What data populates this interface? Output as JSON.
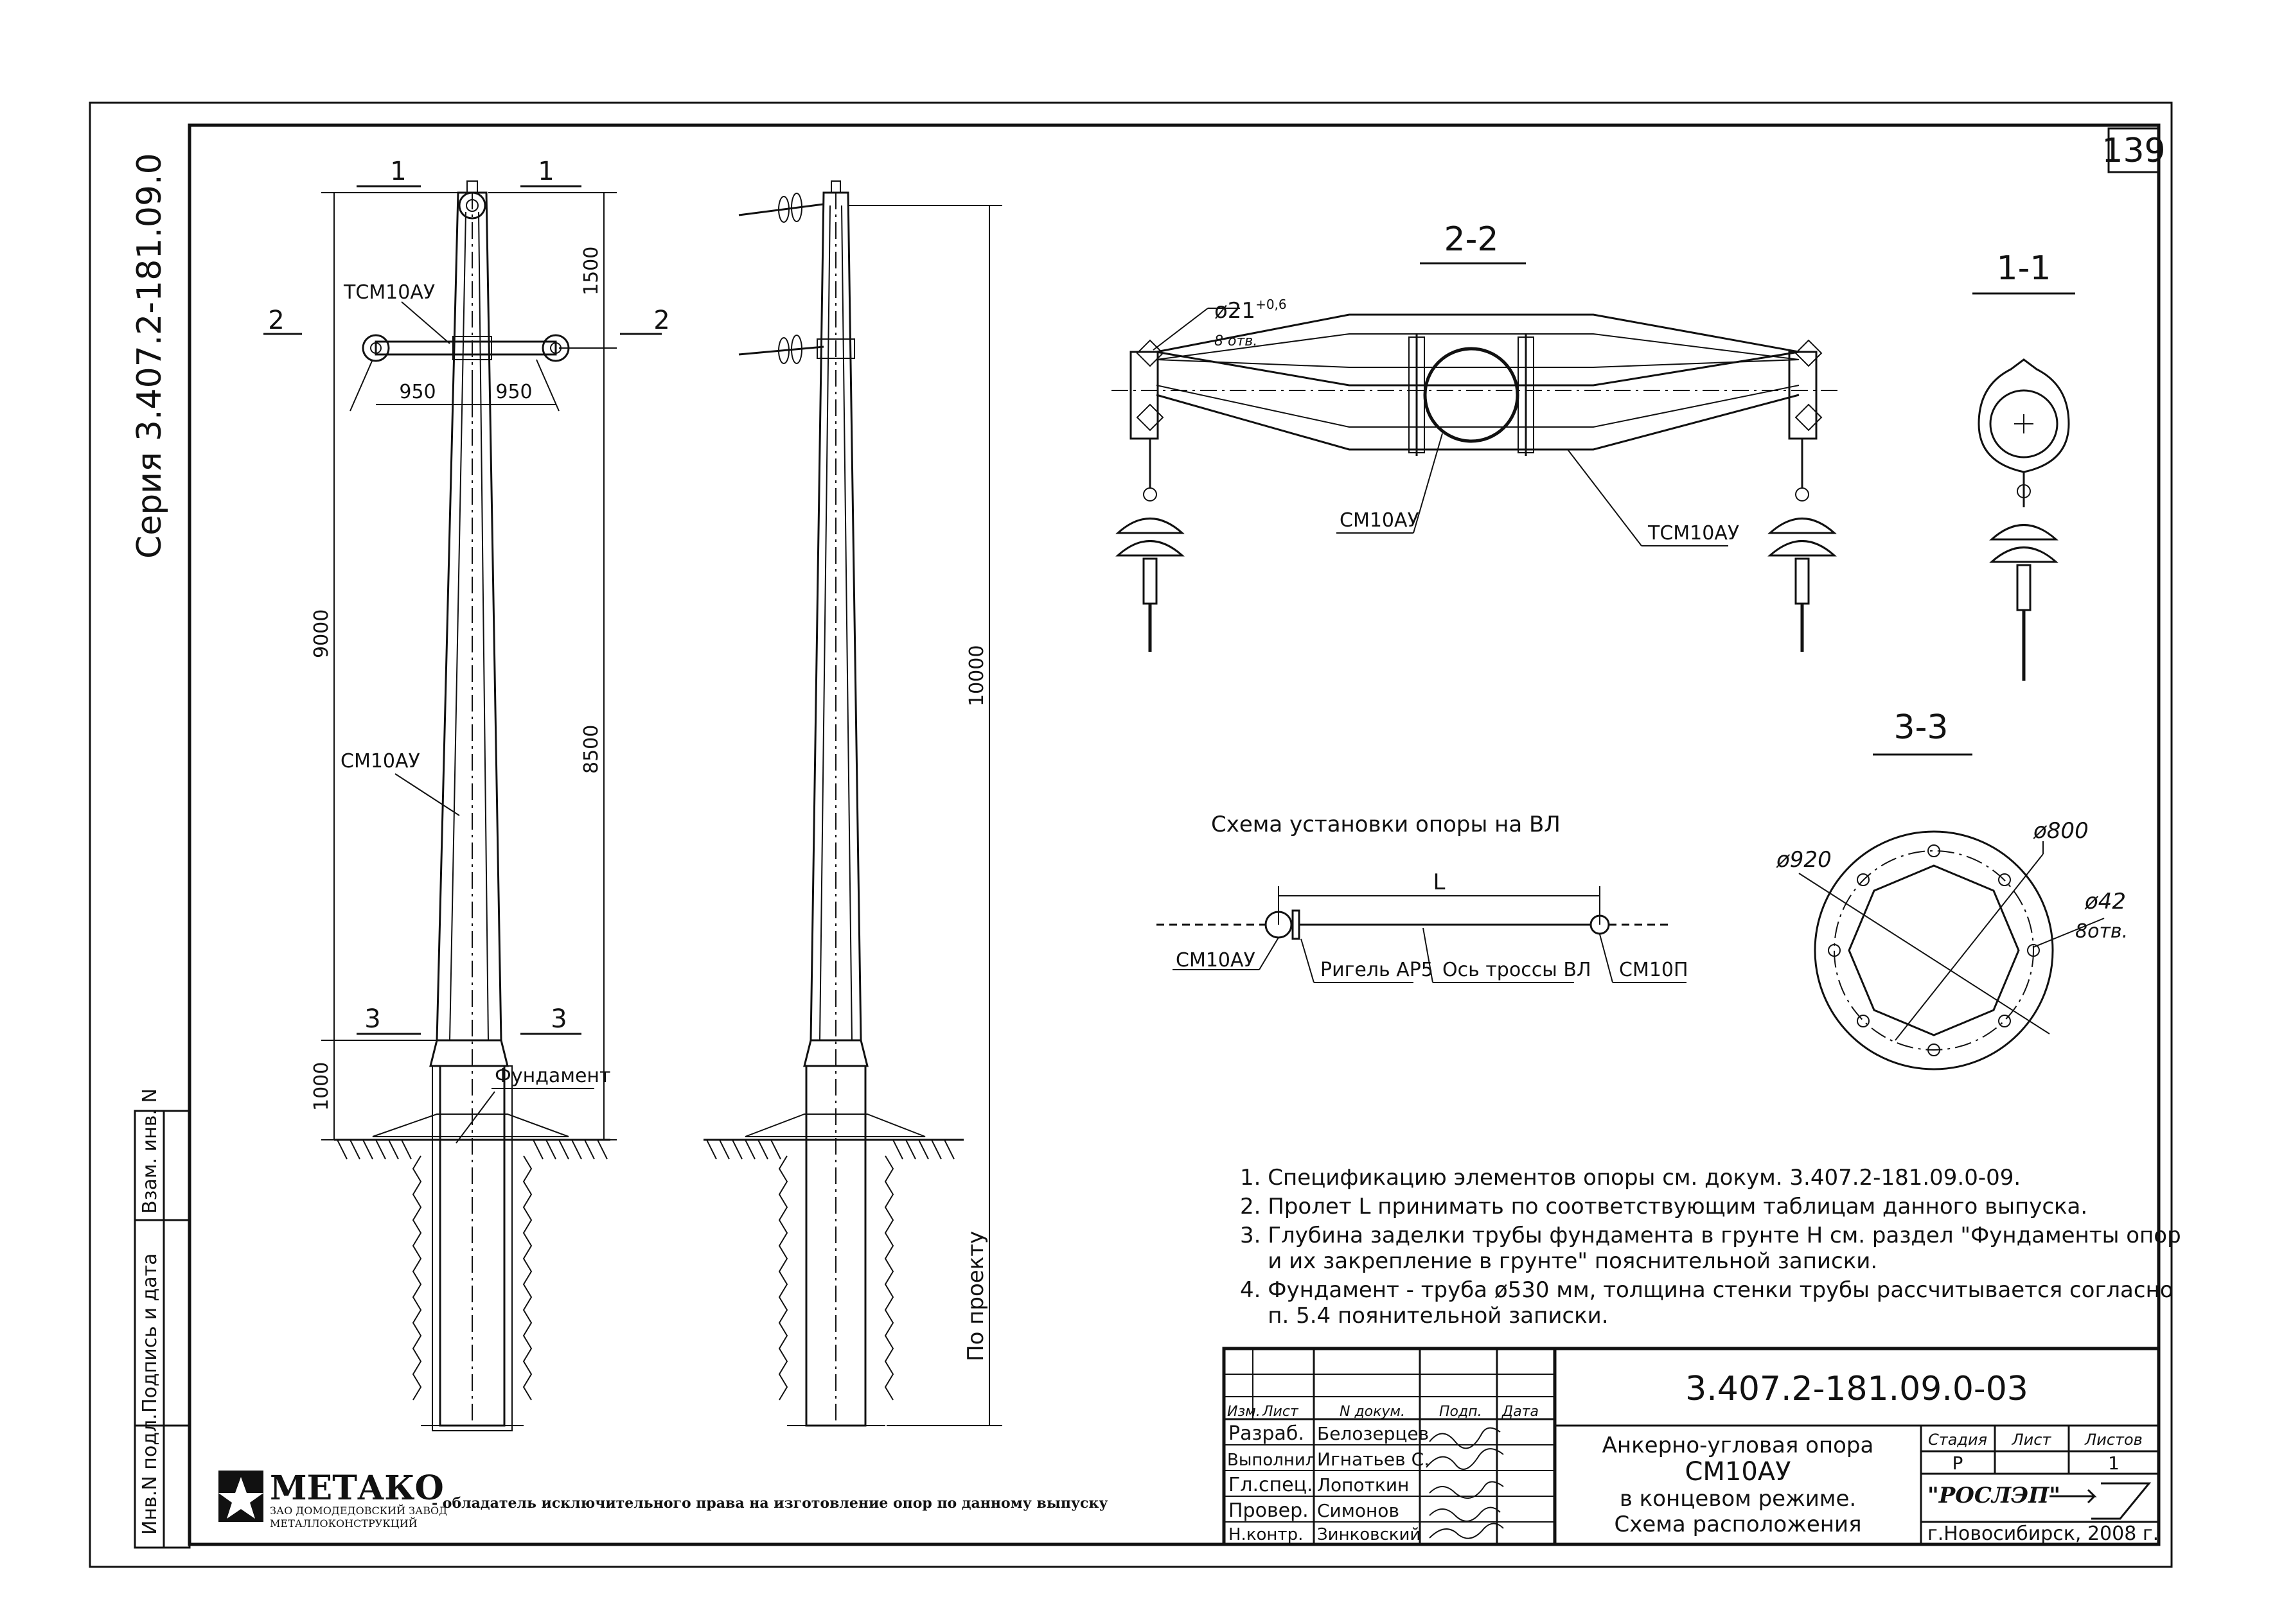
{
  "sheet": {
    "page_number": "139",
    "series": "Серия 3.407.2-181.09.0",
    "side_stamp": [
      "Взам. инв. N",
      "Подпись и дата",
      "Инв.N подл."
    ]
  },
  "elevation": {
    "section_labels": [
      "1",
      "1",
      "2",
      "2",
      "3",
      "3"
    ],
    "crossarm_label": "ТСМ10АУ",
    "pole_label": "СМ10АУ",
    "foundation_label": "Фундамент",
    "dim_arm_left": "950",
    "dim_arm_right": "950",
    "dim_top": "1500",
    "dim_9000": "9000",
    "dim_8500": "8500",
    "dim_1000": "1000"
  },
  "side_view": {
    "dim_total": "10000",
    "depth_label": "По проекту"
  },
  "section_2_2": {
    "title": "2-2",
    "hole_label": "ø21",
    "hole_tol": "+0,6",
    "hole_count": "8 отв.",
    "pole_label": "СМ10АУ",
    "crossarm_label": "ТСМ10АУ"
  },
  "section_1_1": {
    "title": "1-1"
  },
  "section_3_3": {
    "title": "3-3",
    "d_outer": "ø920",
    "d_bolt_circle": "ø800",
    "d_hole": "ø42",
    "hole_count": "8отв."
  },
  "layout_scheme": {
    "title": "Схема установки опоры на ВЛ",
    "span": "L",
    "pole_left": "СМ10АУ",
    "beam": "Ригель АР5",
    "axis": "Ось троссы ВЛ",
    "pole_right": "СМ10П"
  },
  "notes": [
    "1. Спецификацию элементов опоры см. докум.   3.407.2-181.09.0-09.",
    "2. Пролет L принимать по соответствующим таблицам данного выпуска.",
    "3. Глубина заделки трубы фундамента в грунте Н см. раздел \"Фундаменты опор",
    "    и их закрепление в грунте\" пояснительной записки.",
    "4. Фундамент - труба ø530 мм, толщина стенки трубы рассчитывается согласно",
    "    п. 5.4 поянительной записки."
  ],
  "title_block": {
    "doc_code": "3.407.2-181.09.0-03",
    "headers": [
      "Изм.",
      "Лист",
      "N докум.",
      "Подп.",
      "Дата"
    ],
    "roles": [
      "Разраб.",
      "Выполнил",
      "Гл.спец.",
      "Провер.",
      "Н.контр."
    ],
    "names": [
      "Белозерцев",
      "Игнатьев С.",
      "Лопоткин",
      "Симонов",
      "Зинковский"
    ],
    "title_lines": [
      "Анкерно-угловая опора",
      "СМ10АУ",
      "в концевом режиме.",
      "Схема расположения"
    ],
    "stage_label": "Стадия",
    "sheet_label": "Лист",
    "sheets_label": "Листов",
    "stage": "Р",
    "sheets_count": "1",
    "org": "\"РОСЛЭП\"",
    "city_year": "г.Новосибирск, 2008 г."
  },
  "maker": {
    "logo_text": "МЕТАКО",
    "logo_sub1": "ЗАО ДОМОДЕДОВСКИЙ ЗАВОД",
    "logo_sub2": "МЕТАЛЛОКОНСТРУКЦИЙ",
    "rights_text": "- обладатель исключительного права на изготовление опор по данному выпуску"
  }
}
